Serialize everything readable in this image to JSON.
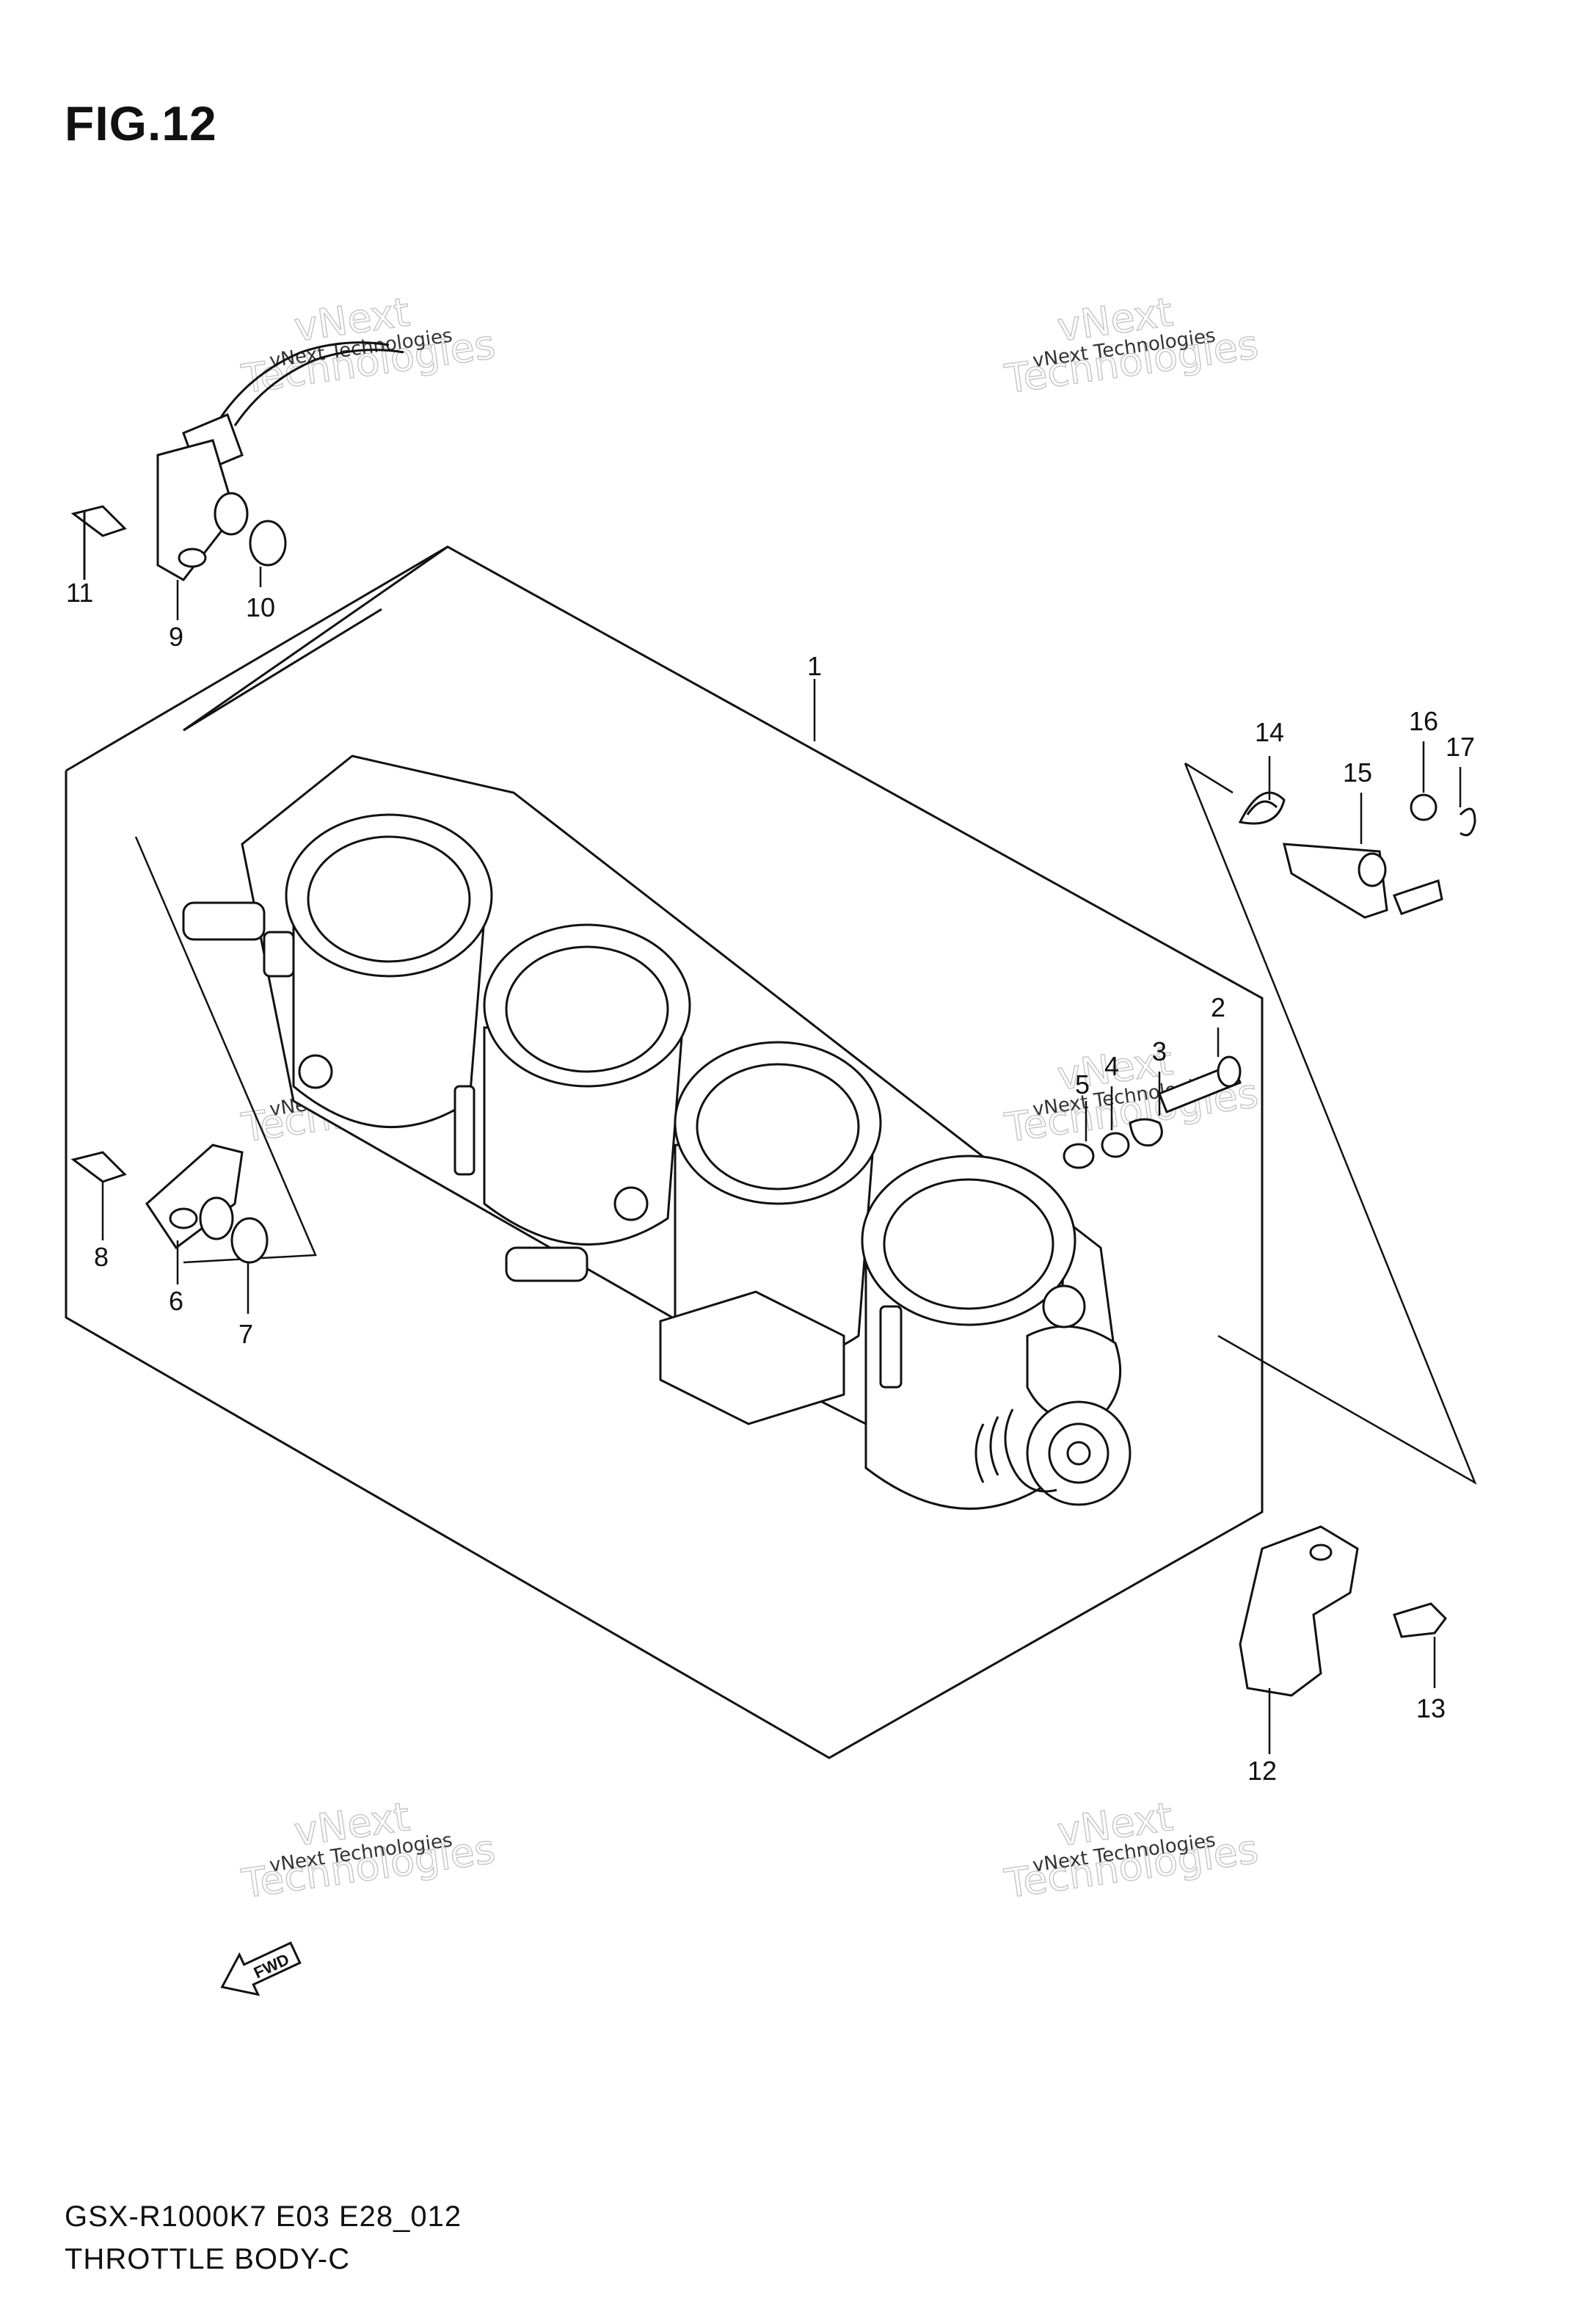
{
  "figure": {
    "title": "FIG.12"
  },
  "callouts": [
    "1",
    "2",
    "3",
    "4",
    "5",
    "6",
    "7",
    "8",
    "9",
    "10",
    "11",
    "12",
    "13",
    "14",
    "15",
    "16",
    "17"
  ],
  "watermark": {
    "small": "vNext Technologies",
    "big_line1": "vNext",
    "big_line2": "Technologies"
  },
  "fwd_label": "FWD",
  "footer": {
    "model_code": "GSX-R1000K7 E03 E28_012",
    "part_name": "THROTTLE BODY-C"
  }
}
